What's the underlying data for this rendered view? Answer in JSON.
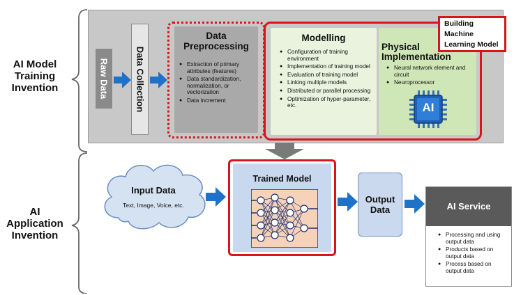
{
  "labels": {
    "training": "AI Model\nTraining\nInvention",
    "application": "AI\nApplication\nInvention"
  },
  "raw_data": "Raw Data",
  "data_collection": "Data Collection",
  "preprocessing": {
    "title": "Data\nPreprocessing",
    "items": [
      "Extraction of primary attributes (features)",
      "Data standardization, normalization, or vectorization",
      "Data increment"
    ]
  },
  "modelling": {
    "title": "Modelling",
    "items": [
      "Configuration of training environment",
      "Implementation of training model",
      "Evaluation of training model",
      "Linking multiple models",
      "Distributed or parallel processing",
      "Optimization of hyper-parameter, etc."
    ]
  },
  "physical": {
    "title": "Physical\nImplementation",
    "items": [
      "Neural network element and circuit",
      "Neuroprocessor"
    ],
    "chip_label": "AI"
  },
  "building_label": "Building\nMachine\nLearning Model",
  "input_data": {
    "title": "Input Data",
    "subtitle": "Text, Image, Voice, etc."
  },
  "trained_model": {
    "title": "Trained Model"
  },
  "output_data": {
    "title": "Output\nData"
  },
  "ai_service": {
    "title": "AI Service",
    "items": [
      "Processing and using output data",
      "Products based on output data",
      "Process based on output data"
    ]
  },
  "colors": {
    "gray_panel": "#c8c8c8",
    "arrow_blue": "#1e73c8",
    "red": "#d9141b",
    "green_box": "#d9ecc6",
    "light_blue": "#c8d8ee",
    "dark_gray": "#5a5a5a"
  }
}
